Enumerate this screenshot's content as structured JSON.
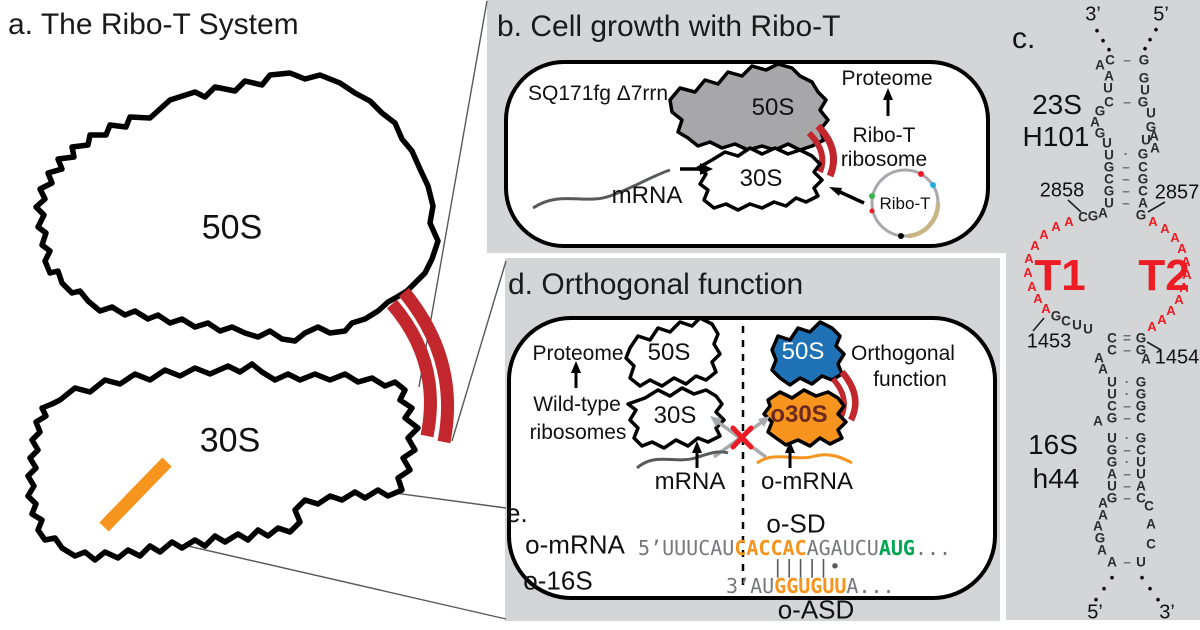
{
  "colors": {
    "tether_red": "#c1272d",
    "accent_red": "#ed1c24",
    "orange": "#f7941e",
    "blue": "#1f72b5",
    "green": "#00a651",
    "panel_gray": "#d4d5d6",
    "blob_gray": "#a7a7a9",
    "seq_gray": "#77787b",
    "o30s_text": "#6e2a1c"
  },
  "panel_a": {
    "title": "a. The Ribo-T System",
    "large_subunit": "50S",
    "small_subunit": "30S"
  },
  "panel_b": {
    "title": "b. Cell growth with Ribo-T",
    "strain": "SQ171fg Δ7rrn",
    "large_subunit": "50S",
    "small_subunit": "30S",
    "mrna": "mRNA",
    "proteome": "Proteome",
    "ribot_line1": "Ribo-T",
    "ribot_line2": "ribosome",
    "plasmid": "Ribo-T"
  },
  "panel_c": {
    "label": "c.",
    "top_left_end": "3’",
    "top_right_end": "5’",
    "region_top_1": "23S",
    "region_top_2": "H101",
    "pos_2858": "2858",
    "pos_2857": "2857",
    "tether1": "T1",
    "tether2": "T2",
    "pos_1453": "1453",
    "pos_1454": "1454",
    "region_bottom_1": "16S",
    "region_bottom_2": "h44",
    "bottom_left_end": "5’",
    "bottom_right_end": "3’",
    "glyphs": [
      [
        "d",
        1097,
        31,
        "•"
      ],
      [
        "d",
        1103,
        41,
        "•"
      ],
      [
        "d",
        1109,
        50,
        "•"
      ],
      [
        "d",
        1156,
        30,
        "•"
      ],
      [
        "d",
        1150,
        40,
        "•"
      ],
      [
        "d",
        1145,
        49,
        "•"
      ],
      [
        "n",
        1100,
        66,
        "A"
      ],
      [
        "n",
        1110,
        61,
        "C"
      ],
      [
        "b",
        1127,
        61,
        "–"
      ],
      [
        "n",
        1144,
        61,
        "G"
      ],
      [
        "n",
        1109,
        77,
        "A"
      ],
      [
        "n",
        1144,
        79,
        "G"
      ],
      [
        "n",
        1108,
        89,
        "U"
      ],
      [
        "n",
        1145,
        91,
        "U"
      ],
      [
        "n",
        1109,
        103,
        "C"
      ],
      [
        "b",
        1127,
        103,
        "–"
      ],
      [
        "n",
        1143,
        103,
        "G"
      ],
      [
        "n",
        1100,
        112,
        "G"
      ],
      [
        "n",
        1151,
        114,
        "U"
      ],
      [
        "n",
        1095,
        123,
        "A"
      ],
      [
        "n",
        1151,
        128,
        "G"
      ],
      [
        "n",
        1100,
        134,
        "G"
      ],
      [
        "n",
        1146,
        141,
        "U"
      ],
      [
        "n",
        1107,
        144,
        "U"
      ],
      [
        "n",
        1154,
        137,
        "A"
      ],
      [
        "n",
        1155,
        149,
        "A"
      ],
      [
        "n",
        1109,
        156,
        "U"
      ],
      [
        "b",
        1126,
        155,
        "·"
      ],
      [
        "n",
        1143,
        155,
        "G"
      ],
      [
        "n",
        1109,
        168,
        "G"
      ],
      [
        "b",
        1126,
        168,
        "–"
      ],
      [
        "n",
        1143,
        168,
        "C"
      ],
      [
        "n",
        1109,
        180,
        "C"
      ],
      [
        "b",
        1126,
        180,
        "–"
      ],
      [
        "n",
        1143,
        180,
        "G"
      ],
      [
        "n",
        1109,
        192,
        "G"
      ],
      [
        "b",
        1126,
        192,
        "–"
      ],
      [
        "n",
        1143,
        192,
        "C"
      ],
      [
        "n",
        1109,
        204,
        "U"
      ],
      [
        "b",
        1126,
        204,
        "–"
      ],
      [
        "n",
        1143,
        204,
        "A"
      ],
      [
        "n",
        1083,
        218,
        "C"
      ],
      [
        "n",
        1093,
        217,
        "G"
      ],
      [
        "n",
        1103,
        214,
        "A"
      ],
      [
        "n",
        1141,
        216,
        "G"
      ],
      [
        "r",
        1069,
        222,
        "A"
      ],
      [
        "r",
        1056,
        227,
        "A"
      ],
      [
        "r",
        1044,
        235,
        "A"
      ],
      [
        "r",
        1035,
        246,
        "A"
      ],
      [
        "r",
        1029,
        259,
        "A"
      ],
      [
        "r",
        1028,
        273,
        "A"
      ],
      [
        "r",
        1032,
        287,
        "A"
      ],
      [
        "r",
        1038,
        299,
        "A"
      ],
      [
        "r",
        1046,
        309,
        "A"
      ],
      [
        "n",
        1056,
        317,
        "G"
      ],
      [
        "n",
        1066,
        322,
        "C"
      ],
      [
        "n",
        1077,
        326,
        "U"
      ],
      [
        "n",
        1088,
        330,
        "U"
      ],
      [
        "r",
        1153,
        222,
        "A"
      ],
      [
        "r",
        1165,
        229,
        "A"
      ],
      [
        "r",
        1175,
        238,
        "A"
      ],
      [
        "r",
        1182,
        249,
        "A"
      ],
      [
        "r",
        1186,
        262,
        "A"
      ],
      [
        "r",
        1187,
        275,
        "A"
      ],
      [
        "r",
        1184,
        288,
        "A"
      ],
      [
        "r",
        1179,
        300,
        "A"
      ],
      [
        "r",
        1171,
        311,
        "A"
      ],
      [
        "r",
        1162,
        320,
        "A"
      ],
      [
        "r",
        1152,
        327,
        "A"
      ],
      [
        "n",
        1112,
        339,
        "C"
      ],
      [
        "b",
        1127,
        339,
        "="
      ],
      [
        "n",
        1141,
        339,
        "G"
      ],
      [
        "n",
        1112,
        351,
        "C"
      ],
      [
        "b",
        1127,
        351,
        "–"
      ],
      [
        "n",
        1141,
        351,
        "G"
      ],
      [
        "n",
        1099,
        359,
        "A"
      ],
      [
        "n",
        1103,
        370,
        "A"
      ],
      [
        "n",
        1146,
        360,
        "A"
      ],
      [
        "n",
        1112,
        383,
        "U"
      ],
      [
        "b",
        1127,
        383,
        "·"
      ],
      [
        "n",
        1141,
        383,
        "G"
      ],
      [
        "n",
        1112,
        395,
        "U"
      ],
      [
        "b",
        1127,
        395,
        "·"
      ],
      [
        "n",
        1141,
        395,
        "G"
      ],
      [
        "n",
        1112,
        407,
        "C"
      ],
      [
        "b",
        1127,
        407,
        "–"
      ],
      [
        "n",
        1141,
        407,
        "G"
      ],
      [
        "n",
        1112,
        419,
        "G"
      ],
      [
        "b",
        1127,
        419,
        "–"
      ],
      [
        "n",
        1141,
        419,
        "C"
      ],
      [
        "n",
        1098,
        422,
        "A"
      ],
      [
        "n",
        1112,
        439,
        "U"
      ],
      [
        "b",
        1127,
        439,
        "·"
      ],
      [
        "n",
        1141,
        439,
        "G"
      ],
      [
        "n",
        1112,
        451,
        "G"
      ],
      [
        "b",
        1127,
        451,
        "–"
      ],
      [
        "n",
        1141,
        451,
        "C"
      ],
      [
        "n",
        1112,
        463,
        "G"
      ],
      [
        "b",
        1127,
        463,
        "·"
      ],
      [
        "n",
        1141,
        463,
        "U"
      ],
      [
        "n",
        1112,
        475,
        "A"
      ],
      [
        "b",
        1127,
        475,
        "–"
      ],
      [
        "n",
        1141,
        475,
        "U"
      ],
      [
        "n",
        1112,
        487,
        "U"
      ],
      [
        "b",
        1127,
        487,
        "–"
      ],
      [
        "n",
        1141,
        487,
        "A"
      ],
      [
        "n",
        1112,
        499,
        "G"
      ],
      [
        "b",
        1127,
        499,
        "–"
      ],
      [
        "n",
        1141,
        499,
        "C"
      ],
      [
        "n",
        1103,
        504,
        "A"
      ],
      [
        "n",
        1149,
        507,
        "C"
      ],
      [
        "n",
        1103,
        516,
        "A"
      ],
      [
        "n",
        1098,
        527,
        "A"
      ],
      [
        "n",
        1100,
        539,
        "G"
      ],
      [
        "n",
        1102,
        551,
        "A"
      ],
      [
        "n",
        1151,
        525,
        "A"
      ],
      [
        "n",
        1151,
        545,
        "C"
      ],
      [
        "n",
        1112,
        563,
        "A"
      ],
      [
        "b",
        1127,
        563,
        "–"
      ],
      [
        "n",
        1141,
        563,
        "U"
      ],
      [
        "d",
        1112,
        578,
        "•"
      ],
      [
        "d",
        1104,
        589,
        "•"
      ],
      [
        "d",
        1096,
        600,
        "•"
      ],
      [
        "d",
        1142,
        578,
        "•"
      ],
      [
        "d",
        1150,
        589,
        "•"
      ],
      [
        "d",
        1158,
        600,
        "•"
      ]
    ]
  },
  "panel_d": {
    "title": "d. Orthogonal function",
    "proteome": "Proteome",
    "wildtype_1": "Wild-type",
    "wildtype_2": "ribosomes",
    "large_subunit": "50S",
    "small_subunit": "30S",
    "ortho_large": "50S",
    "ortho_small": "o30S",
    "ortho_1": "Orthogonal",
    "ortho_2": "function",
    "mrna": "mRNA",
    "omrna": "o-mRNA"
  },
  "panel_e": {
    "label": "e.",
    "row1_name": "o-mRNA",
    "row2_name": "o-16S",
    "osd": "o-SD",
    "oasd": "o-ASD",
    "pair_bars": "|||||•",
    "seq_top": [
      {
        "t": "5’UUUCAU",
        "c": "gray"
      },
      {
        "t": "CACCAC",
        "c": "orange"
      },
      {
        "t": "AGAUCU",
        "c": "gray"
      },
      {
        "t": "AUG",
        "c": "green"
      },
      {
        "t": "...",
        "c": "gray"
      }
    ],
    "seq_bottom": [
      {
        "t": "3’AU",
        "c": "gray"
      },
      {
        "t": "GGUGUU",
        "c": "orange"
      },
      {
        "t": "A...",
        "c": "gray"
      }
    ]
  }
}
